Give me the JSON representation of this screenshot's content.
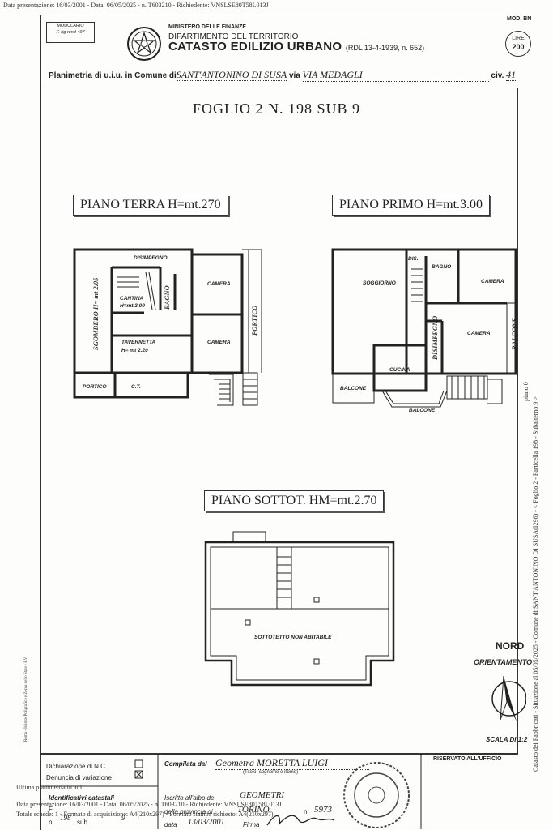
{
  "top_stamp": "Data presentazione: 16/03/2001 - Data: 06/05/2025 - n. T603210 - Richiedente: VNSLSE80T58L013J",
  "modulario": {
    "line1": "MODULARIO",
    "line2": "F. rig rend 497"
  },
  "header": {
    "ministry": "MINISTERO DELLE FINANZE",
    "department": "DIPARTIMENTO DEL TERRITORIO",
    "title": "CATASTO EDILIZIO URBANO",
    "law": "(RDL 13-4-1939, n. 652)",
    "mod": "MOD. BN",
    "lire_label": "LIRE",
    "lire_value": "200"
  },
  "plan_line": {
    "prefix": "Planimetria di u.i.u. in Comune di",
    "comune": "SANT'ANTONINO DI SUSA",
    "via_label": "via",
    "via": "VIA MEDAGLI",
    "civ_label": "civ.",
    "civ": "41"
  },
  "foglio": "FOGLIO 2 N. 198 SUB 9",
  "floors": {
    "terra": {
      "title": "PIANO TERRA H=mt.270",
      "rooms": {
        "disimpegno": "DISIMPEGNO",
        "camera1": "CAMERA",
        "camera2": "CAMERA",
        "cantina": "CANTINA",
        "cantina_h": "H=mt.3.00",
        "bagno": "BAGNO",
        "sgombero": "SGOMBERO H= mt 2.05",
        "tavernetta": "TAVERNETTA",
        "tavernetta_h": "H= mt 2.20",
        "portico_right": "PORTICO",
        "portico_left": "PORTICO",
        "ct": "C.T."
      }
    },
    "primo": {
      "title": "PIANO PRIMO H=mt.3.00",
      "rooms": {
        "dis": "DIS.",
        "bagno": "BAGNO",
        "camera1": "CAMERA",
        "soggiorno": "SOGGIORNO",
        "disimpegno": "DISIMPEGNO",
        "camera2": "CAMERA",
        "balcone_right": "BALCONE",
        "cucina": "CUCINA",
        "balcone_left": "BALCONE",
        "balcone_bottom": "BALCONE"
      }
    },
    "sottotetto": {
      "title": "PIANO SOTTOT. HM=mt.2.70",
      "label": "SOTTOTETTO NON ABITABILE"
    }
  },
  "north": {
    "label": "NORD",
    "orient": "ORIENTAMENTO",
    "scala": "SCALA DI 1:2"
  },
  "side_text_right": "Catasto dei Fabbricati - Situazione al 06/05/2025 - Comune di SANT'ANTONINO DI SUSA(I296) - < Foglio 2 - Particella 198 - Subalterno 9 >",
  "side_text_right2": "piano 0",
  "side_text_left": "Roma - Istituto Poligrafico e Zecca dello Stato - P.V.",
  "footer": {
    "dichiarazione": "Dichiarazione di N.C.",
    "denuncia": "Denuncia di variazione",
    "compilata_label": "Compilata dal",
    "compilata_name": "Geometra MORETTA LUIGI",
    "titolo_hint": "(Titolo, cognome e nome)",
    "riservato": "RISERVATO ALL'UFFICIO",
    "ultima": "Ultima planimetria in atti",
    "identificativi": "Identificativi catastali",
    "iscritto_label": "Iscritto all'albo de",
    "iscritto_value": "GEOMETRI",
    "provincia_label": "della provincia di",
    "provincia_value": "TORINO",
    "numero_label": "n.",
    "numero_value": "5973",
    "foglio_label": "F.",
    "foglio_value": "198",
    "n_label": "n.",
    "sub_label": "sub.",
    "sub_value": "9",
    "data_label": "data",
    "data_value": "13/03/2001",
    "firma_label": "Firma",
    "overlay1": "Data presentazione: 16/03/2001 - Data: 06/05/2025 - n. T603210 - Richiedente: VNSLSE80T58L013J",
    "overlay2": "Totale schede: 1 - Formato di acquisizione: A4(210x297) - Formato stampa richiesto: A4(210x297)"
  }
}
